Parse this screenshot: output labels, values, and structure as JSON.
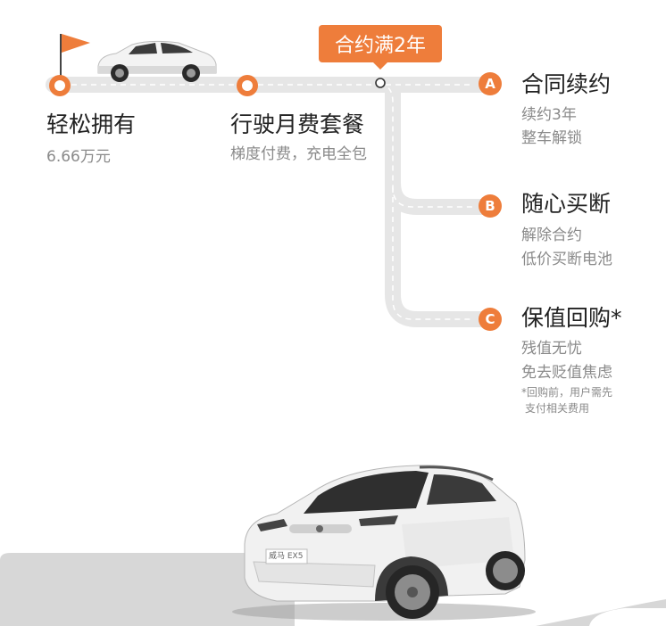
{
  "bubble": "合约满2年",
  "milestones": [
    {
      "title": "轻松拥有",
      "sub": "6.66万元"
    },
    {
      "title": "行驶月费套餐",
      "sub": "梯度付费，充电全包"
    }
  ],
  "options": [
    {
      "badge": "A",
      "title": "合同续约",
      "lines": [
        "续约3年",
        "整车解锁"
      ]
    },
    {
      "badge": "B",
      "title": "随心买断",
      "lines": [
        "解除合约",
        "低价买断电池"
      ]
    },
    {
      "badge": "C",
      "title": "保值回购*",
      "lines": [
        "残值无忧",
        "免去贬值焦虑"
      ]
    }
  ],
  "footnote": [
    "*回购前，用户需先",
    "支付相关费用"
  ],
  "car_badge": "威马 EX5",
  "colors": {
    "accent": "#ee7d3b",
    "road": "#e6e6e6",
    "text": "#222222",
    "muted": "#8a8a8a"
  }
}
